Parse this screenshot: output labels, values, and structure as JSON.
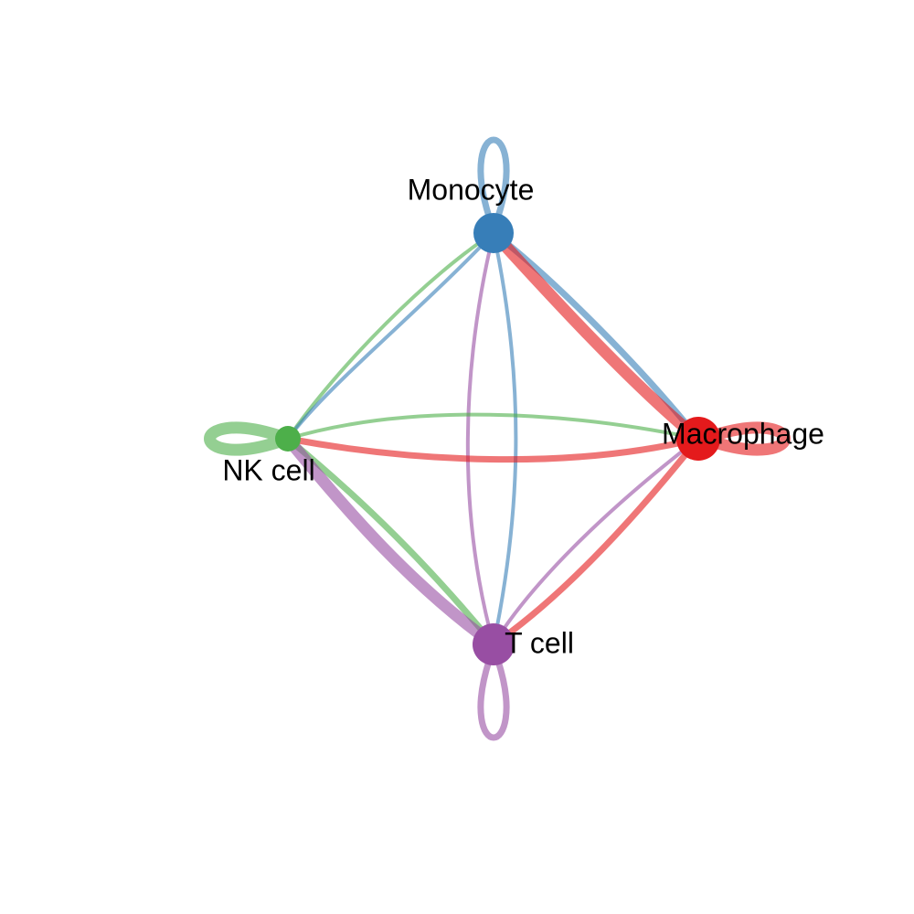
{
  "diagram": {
    "type": "cell-communication-network",
    "nodes": [
      {
        "id": "monocyte",
        "label": "Monocyte",
        "color": "#377EB8"
      },
      {
        "id": "macrophage",
        "label": "Macrophage",
        "color": "#E41A1C"
      },
      {
        "id": "nk",
        "label": "NK cell",
        "color": "#4DAF4A"
      },
      {
        "id": "tcell",
        "label": "T cell",
        "color": "#984EA3"
      }
    ],
    "edges": [
      {
        "from": "monocyte",
        "to": "monocyte",
        "color": "#377EB8",
        "weight": "medium"
      },
      {
        "from": "macrophage",
        "to": "macrophage",
        "color": "#E41A1C",
        "weight": "strong"
      },
      {
        "from": "nk",
        "to": "nk",
        "color": "#4DAF4A",
        "weight": "strong"
      },
      {
        "from": "tcell",
        "to": "tcell",
        "color": "#984EA3",
        "weight": "medium"
      },
      {
        "from": "monocyte",
        "to": "macrophage",
        "color": "#377EB8",
        "weight": "medium"
      },
      {
        "from": "macrophage",
        "to": "monocyte",
        "color": "#E41A1C",
        "weight": "strong"
      },
      {
        "from": "nk",
        "to": "monocyte",
        "color": "#4DAF4A",
        "weight": "weak"
      },
      {
        "from": "monocyte",
        "to": "nk",
        "color": "#377EB8",
        "weight": "weak"
      },
      {
        "from": "monocyte",
        "to": "tcell",
        "color": "#377EB8",
        "weight": "weak"
      },
      {
        "from": "tcell",
        "to": "monocyte",
        "color": "#984EA3",
        "weight": "weak"
      },
      {
        "from": "nk",
        "to": "macrophage",
        "color": "#4DAF4A",
        "weight": "weak"
      },
      {
        "from": "macrophage",
        "to": "nk",
        "color": "#E41A1C",
        "weight": "medium"
      },
      {
        "from": "nk",
        "to": "tcell",
        "color": "#4DAF4A",
        "weight": "medium"
      },
      {
        "from": "tcell",
        "to": "nk",
        "color": "#984EA3",
        "weight": "strong"
      },
      {
        "from": "macrophage",
        "to": "tcell",
        "color": "#E41A1C",
        "weight": "medium"
      },
      {
        "from": "tcell",
        "to": "macrophage",
        "color": "#984EA3",
        "weight": "weak"
      }
    ]
  }
}
